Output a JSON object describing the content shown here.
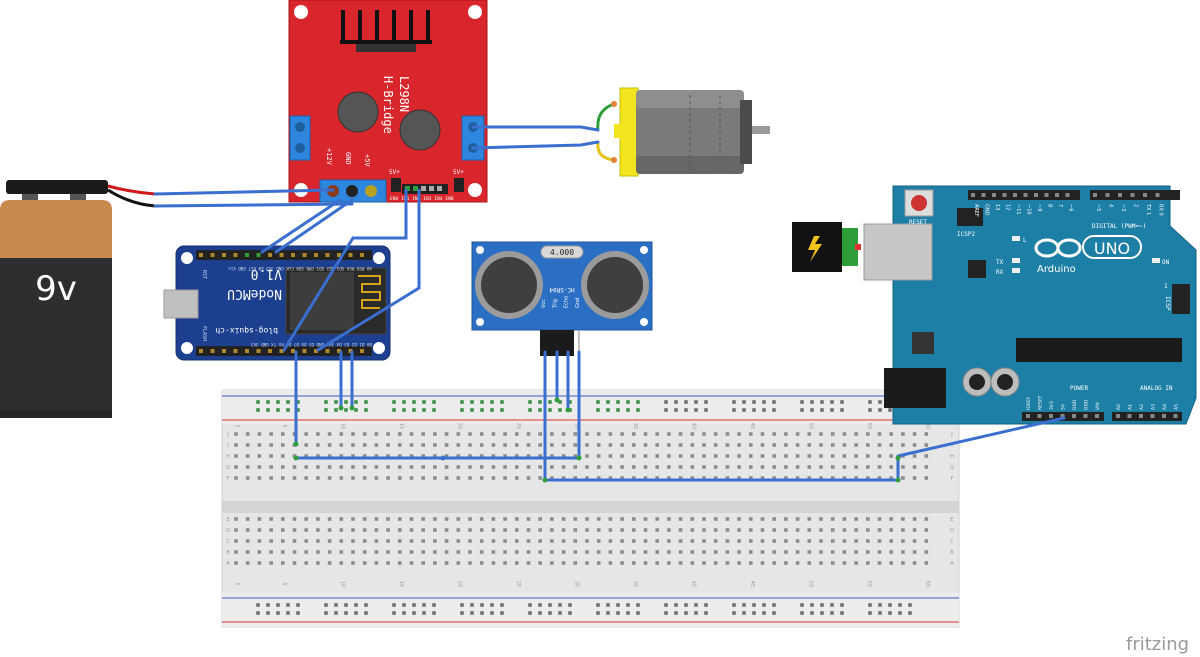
{
  "battery": {
    "label": "9v"
  },
  "hbridge": {
    "chip": "L298N",
    "name": "H-Bridge",
    "pin_12v": "+12V",
    "pin_gnd": "GND",
    "pin_5v": "+5V",
    "jumper_a": "5V+",
    "jumper_b": "5V+",
    "bottom_pins": "ENA IN1 IN2 IN3 IN4 ENB"
  },
  "nodemcu": {
    "name": "NodeMCU",
    "version": "V1.0",
    "site": "blog-squix-ch",
    "top_pins": "A0 RSV RSV SD3 SD2 SD1 CMD SD0 CLK GND 3V3 EN RST GND Vin",
    "bottom_pins": "D0 D1 D2 D3 D4 3V3 GND D5 D6 D7 D8 RX TX GND 3V3",
    "btn_left": "RST",
    "btn_right": "FLASH"
  },
  "sensor": {
    "model": "HC-SR04",
    "crystal": "4.000",
    "pins": [
      "Vcc",
      "Trig",
      "Echo",
      "Gnd"
    ]
  },
  "arduino": {
    "brand": "Arduino",
    "model": "UNO",
    "reset": "RESET",
    "icsp2": "ICSP2",
    "icsp": "ICSP",
    "digital": "DIGITAL (PWM=~)",
    "power": "POWER",
    "analog": "ANALOG IN",
    "led_l": "L",
    "led_tx": "TX",
    "led_rx": "RX",
    "led_on": "ON",
    "one": "1",
    "power_pins": [
      "IOREF",
      "RESET",
      "3V3",
      "5V",
      "GND",
      "GND",
      "VIN"
    ],
    "analog_pins": [
      "A0",
      "A1",
      "A2",
      "A3",
      "A4",
      "A5"
    ],
    "digital_pins": [
      "AREF",
      "GND",
      "13",
      "12",
      "~11",
      "~10",
      "~9",
      "8",
      "7",
      "~6",
      "~5",
      "4",
      "~3",
      "2",
      "TX 1",
      "RX 0"
    ]
  },
  "breadboard": {
    "col_numbers": [
      "1",
      "5",
      "10",
      "15",
      "20",
      "25",
      "30",
      "35",
      "40",
      "45",
      "50",
      "55",
      "60"
    ],
    "row_letters_top": [
      "J",
      "I",
      "H",
      "G",
      "F"
    ],
    "row_letters_bottom": [
      "E",
      "D",
      "C",
      "B",
      "A"
    ]
  },
  "watermark": "fritzing",
  "colors": {
    "wire": "#3a6fd0",
    "hbridge": "#d9262c",
    "nodemcu": "#1c3f8f",
    "sensor": "#2b6fc4",
    "arduino": "#1d7fa5",
    "battery_top": "#c88a4e",
    "battery_bottom": "#2e2e2e"
  }
}
